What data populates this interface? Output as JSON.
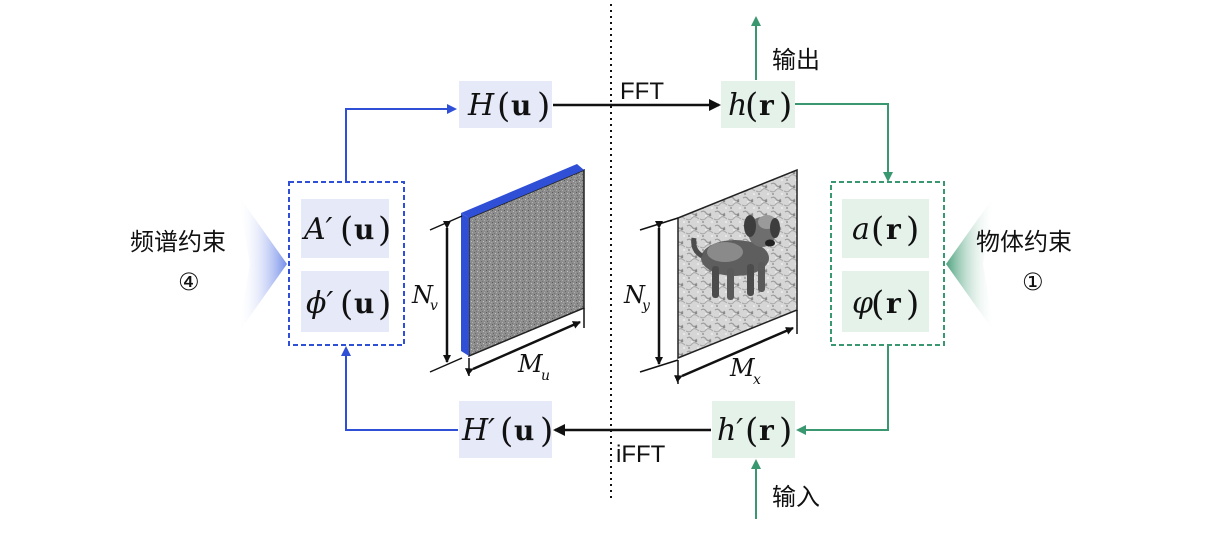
{
  "colors": {
    "blue": "#2f4fd6",
    "blue_box": "#e6e9f8",
    "green": "#3a9870",
    "green_box": "#e4f2ea",
    "black": "#111111"
  },
  "arrows": {
    "fft": "FFT",
    "ifft": "iFFT"
  },
  "io": {
    "output": "输出",
    "input": "输入"
  },
  "constraints": {
    "spectrum": {
      "label": "频谱约束",
      "marker": "④"
    },
    "object": {
      "label": "物体约束",
      "marker": "①"
    }
  },
  "nodes": {
    "H_u": {
      "sym": "H",
      "arg": "u"
    },
    "h_r": {
      "sym": "h",
      "arg": "r"
    },
    "Hp_u": {
      "sym": "H′",
      "arg": "u"
    },
    "hp_r": {
      "sym": "h′",
      "arg": "r"
    },
    "Ap_u": {
      "sym": "A′",
      "arg": "u"
    },
    "phip_u": {
      "sym": "ϕ′",
      "arg": "u"
    },
    "a_r": {
      "sym": "a",
      "arg": "r"
    },
    "varphi_r": {
      "sym": "φ",
      "arg": "r"
    }
  },
  "paren_open": "(",
  "paren_close": ")",
  "panels": {
    "freq": {
      "height_label": "N",
      "height_sub": "v",
      "width_label": "M",
      "width_sub": "u"
    },
    "space": {
      "height_label": "N",
      "height_sub": "y",
      "width_label": "M",
      "width_sub": "x"
    }
  }
}
